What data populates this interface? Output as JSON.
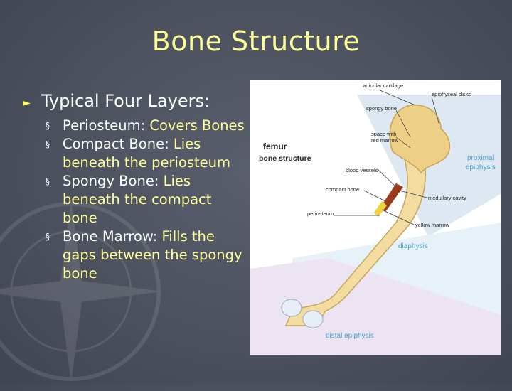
{
  "slide": {
    "title": "Bone Structure",
    "heading": "Typical Four Layers:",
    "layers": [
      {
        "name": "Periosteum:",
        "description": "Covers Bones"
      },
      {
        "name": "Compact Bone:",
        "description": "Lies beneath the periosteum"
      },
      {
        "name": "Spongy Bone:",
        "description": "Lies beneath the compact bone"
      },
      {
        "name": "Bone Marrow:",
        "description": "Fills the gaps between the spongy bone"
      }
    ]
  },
  "figure": {
    "title_line1": "femur",
    "title_line2": "bone structure",
    "labels": {
      "articular_cartilage": "articular cartilage",
      "epiphyseal_disks": "epiphyseal disks",
      "spongy_bone": "spongy bone",
      "space_red_marrow_1": "space with",
      "space_red_marrow_2": "red marrow",
      "blood_vessels": "blood vessels",
      "compact_bone": "compact bone",
      "medullary_cavity": "medullary cavity",
      "periosteum": "periosteum",
      "yellow_marrow": "yellow marrow",
      "proximal_1": "proximal",
      "proximal_2": "epiphysis",
      "diaphysis": "diaphysis",
      "distal": "distal epiphysis"
    }
  },
  "colors": {
    "title": "#ffff99",
    "description": "#ffff99",
    "bone": "#f0d79a",
    "label_blue": "#4aa0c8"
  }
}
